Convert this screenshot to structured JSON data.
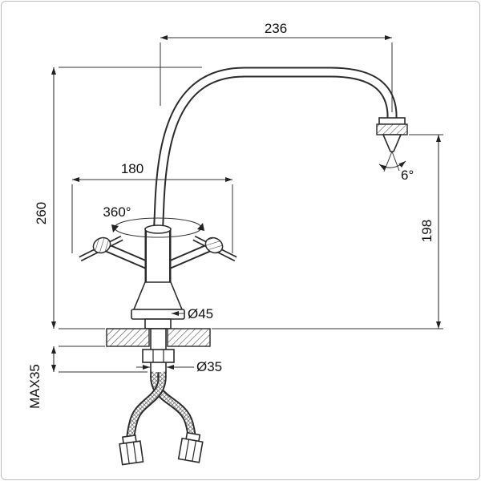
{
  "diagram": {
    "dimensions": {
      "horizontal_reach_top": "236",
      "spout_width": "180",
      "overall_height": "260",
      "outlet_height": "198",
      "swivel_angle": "360°",
      "outlet_tilt_angle": "6°",
      "base_diameter": "Ø45",
      "mounting_hole_diameter": "Ø35",
      "max_mounting_thickness": "MAX35"
    },
    "colors": {
      "line": "#2b2b2b",
      "dimension_line": "#333333",
      "text": "#111111",
      "frame_border": "#bdbdbd",
      "background": "#ffffff"
    }
  }
}
